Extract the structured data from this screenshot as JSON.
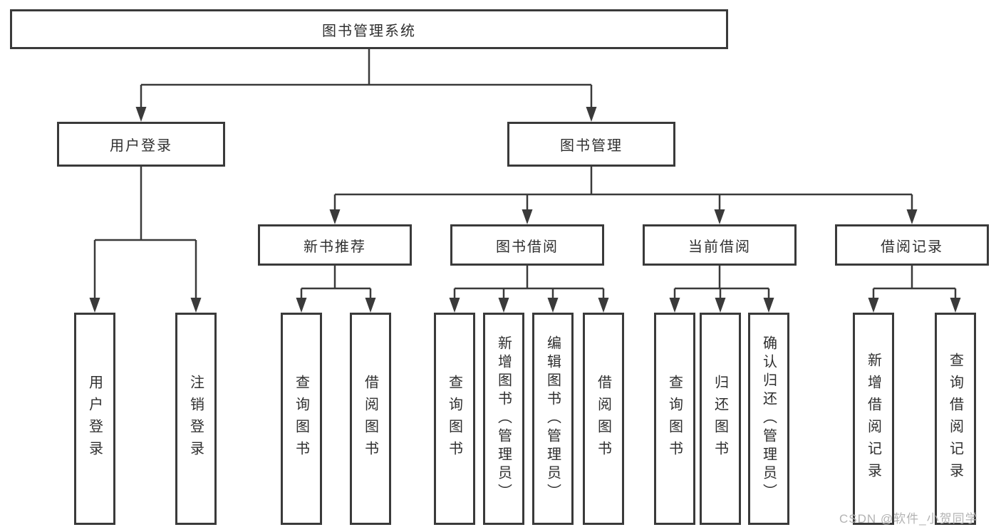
{
  "diagram": {
    "title": "图书管理系统",
    "type": "hierarchy-tree",
    "colors": {
      "line": "#3a3a3a",
      "box_border": "#3a3a3a",
      "box_fill": "#ffffff",
      "text": "#2f2f2f",
      "watermark": "#b3b3b3",
      "background": "#ffffff"
    },
    "tree": {
      "root": {
        "label": "图书管理系统"
      },
      "level2": [
        {
          "label": "用户登录",
          "children": [
            {
              "label": "用户登录"
            },
            {
              "label": "注销登录"
            }
          ]
        },
        {
          "label": "图书管理",
          "groups": [
            {
              "label": "新书推荐",
              "children": [
                {
                  "label": "查询图书"
                },
                {
                  "label": "借阅图书"
                }
              ]
            },
            {
              "label": "图书借阅",
              "children": [
                {
                  "label": "查询图书"
                },
                {
                  "label": "新增图书（管理员）"
                },
                {
                  "label": "编辑图书（管理员）"
                },
                {
                  "label": "借阅图书"
                }
              ]
            },
            {
              "label": "当前借阅",
              "children": [
                {
                  "label": "查询图书"
                },
                {
                  "label": "归还图书"
                },
                {
                  "label": "确认归还（管理员）"
                }
              ]
            },
            {
              "label": "借阅记录",
              "children": [
                {
                  "label": "新增借阅记录"
                },
                {
                  "label": "查询借阅记录"
                }
              ]
            }
          ]
        }
      ]
    },
    "watermark": "CSDN @软件_小贺同学"
  }
}
